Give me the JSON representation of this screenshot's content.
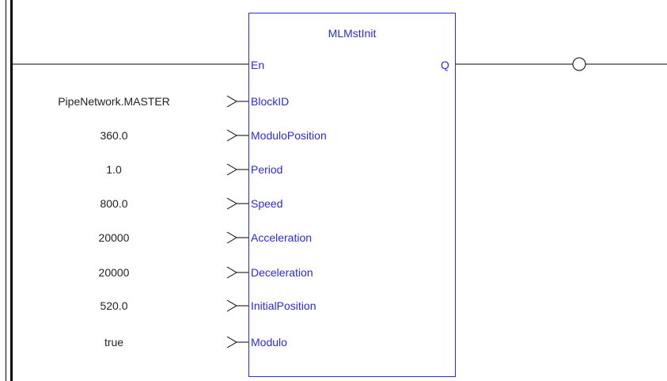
{
  "block": {
    "title": "MLMstInit",
    "output_pin": "Q",
    "enable_pin": "En"
  },
  "inputs": [
    {
      "pin": "BlockID",
      "value": "PipeNetwork.MASTER"
    },
    {
      "pin": "ModuloPosition",
      "value": "360.0"
    },
    {
      "pin": "Period",
      "value": "1.0"
    },
    {
      "pin": "Speed",
      "value": "800.0"
    },
    {
      "pin": "Acceleration",
      "value": "20000"
    },
    {
      "pin": "Deceleration",
      "value": "20000"
    },
    {
      "pin": "InitialPosition",
      "value": "520.0"
    },
    {
      "pin": "Modulo",
      "value": "true"
    }
  ],
  "colors": {
    "wire": "#000000",
    "block_border": "#2a2ae0",
    "pin_text": "#2a2ae0",
    "value_text": "#222222"
  }
}
